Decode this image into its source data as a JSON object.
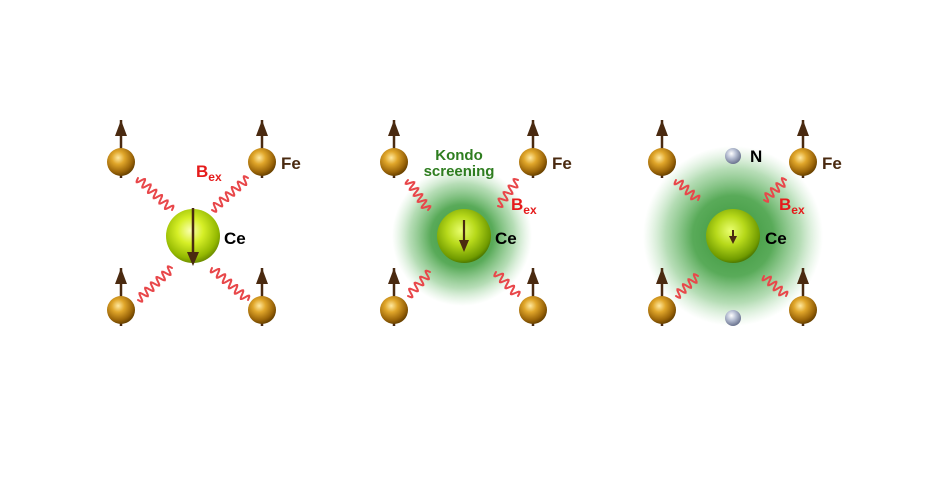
{
  "panels": [
    {
      "ce_label": "Ce",
      "fe_label": "Fe",
      "bex_main": "B",
      "bex_sub": "ex",
      "spin_length": "large"
    },
    {
      "ce_label": "Ce",
      "fe_label": "Fe",
      "bex_main": "B",
      "bex_sub": "ex",
      "kondo_line1": "Kondo",
      "kondo_line2": "screening",
      "spin_length": "medium"
    },
    {
      "ce_label": "Ce",
      "fe_label": "Fe",
      "bex_main": "B",
      "bex_sub": "ex",
      "n_label": "N",
      "spin_length": "small"
    }
  ],
  "colors": {
    "fe_atom": "#b8860b",
    "ce_atom": "#b6d400",
    "exchange_wave": "#e8474a",
    "spin_arrow": "#4a2a10",
    "kondo_cloud": "#3a9a3a",
    "kondo_text": "#2e7d1f",
    "bex_text": "#e51b1b",
    "n_atom": "#9aa3b8"
  }
}
